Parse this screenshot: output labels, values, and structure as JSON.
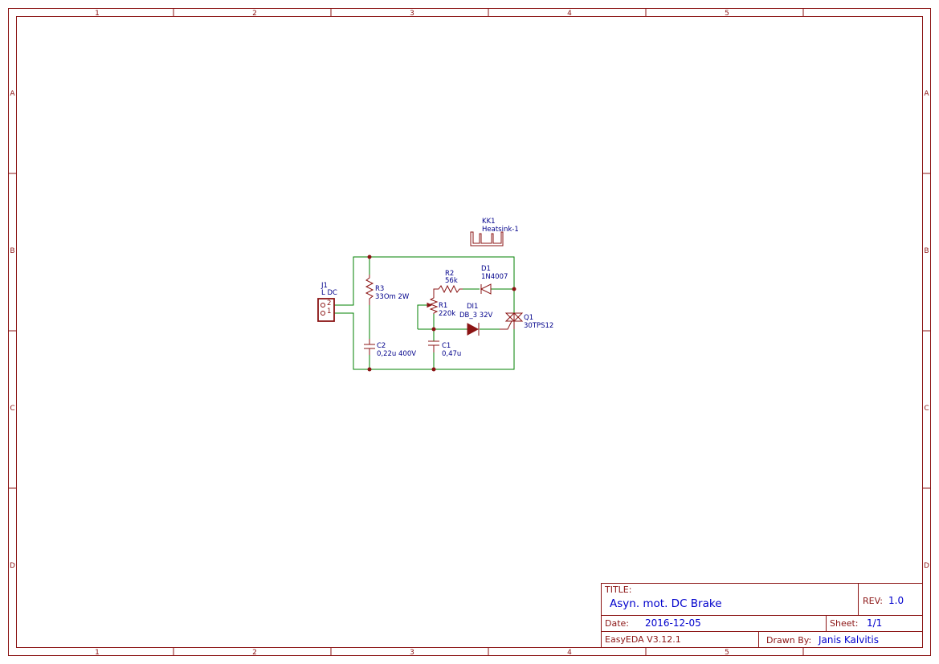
{
  "frame": {
    "columns": [
      "1",
      "2",
      "3",
      "4",
      "5"
    ],
    "rows": [
      "A",
      "B",
      "C",
      "D"
    ]
  },
  "title_block": {
    "title_label": "TITLE:",
    "title": "Asyn. mot. DC Brake",
    "rev_label": "REV:",
    "rev": "1.0",
    "date_label": "Date:",
    "date": "2016-12-05",
    "sheet_label": "Sheet:",
    "sheet": "1/1",
    "software": "EasyEDA V3.12.1",
    "drawn_by_label": "Drawn By:",
    "drawn_by": "Janis Kalvitis"
  },
  "components": {
    "kk1": {
      "ref": "KK1",
      "value": "Heatsink-1"
    },
    "j1": {
      "ref": "J1",
      "value": "L DC",
      "pin1": "1",
      "pin2": "2"
    },
    "r3": {
      "ref": "R3",
      "value": "33Om 2W"
    },
    "c2": {
      "ref": "C2",
      "value": "0,22u 400V"
    },
    "r2": {
      "ref": "R2",
      "value": "56k"
    },
    "d1": {
      "ref": "D1",
      "value": "1N4007"
    },
    "r1": {
      "ref": "R1",
      "value": "220k"
    },
    "di1": {
      "ref": "DI1",
      "value": "DB_3 32V"
    },
    "c1": {
      "ref": "C1",
      "value": "0,47u"
    },
    "q1": {
      "ref": "Q1",
      "value": "30TPS12"
    }
  }
}
